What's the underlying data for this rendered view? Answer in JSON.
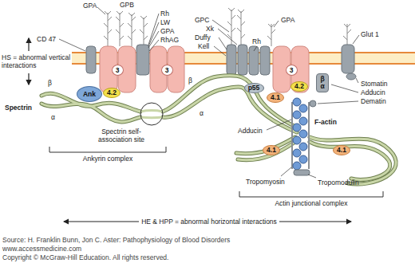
{
  "diagram": {
    "nodes": [
      {
        "text": [
          "3"
        ]
      },
      {
        "text": [
          "Ank"
        ]
      },
      {
        "text": [
          "4.2"
        ]
      },
      {
        "text": [
          "3"
        ]
      },
      {
        "text": [
          "3"
        ]
      },
      {
        "text": [
          "p55"
        ]
      },
      {
        "text": [
          "4.1"
        ]
      },
      {
        "text": [
          "4.2"
        ]
      },
      {
        "text": [
          "β",
          "α"
        ]
      },
      {
        "text": [
          "4.1"
        ]
      },
      {
        "text": [
          "4.1"
        ]
      }
    ],
    "labels": [
      "GPA",
      "GPB",
      "Rh",
      "LW",
      "GPA",
      "RhAG",
      "CD 47",
      "HS = abnormal vertical interactions",
      "Spectrin",
      "β",
      "α",
      "Spectrin self-association site",
      "Ankyrin complex",
      "β",
      "α",
      "GPC",
      "Xk",
      "Duffy",
      "Kell",
      "Rh",
      "GPA",
      "Glut 1",
      "Stomatin",
      "Adducin",
      "Dematin",
      "Adducin",
      "F-actin",
      "Tropomyosin",
      "Tropomodulin",
      "Actin junctional complex",
      "HE & HPP = abnormal horizontal interactions",
      "Source: H. Franklin Bunn, Jon C. Aster: Pathophysiology of Blood Disorders",
      "www.accessmedicine.com",
      "Copyright © McGraw-Hill Education. All rights reserved."
    ]
  }
}
